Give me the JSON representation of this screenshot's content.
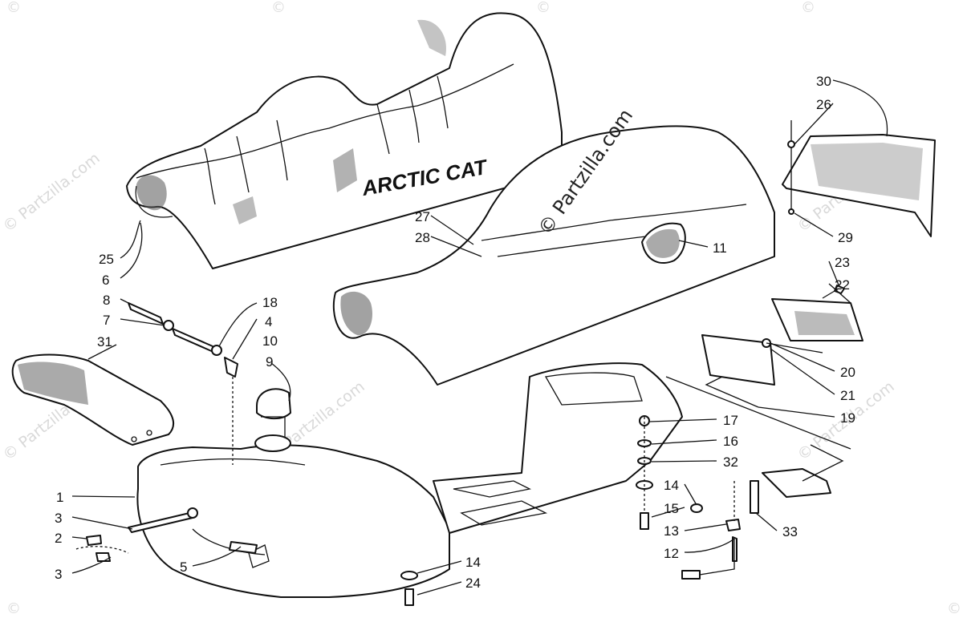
{
  "brand_text": "ARCTIC CAT",
  "watermark": "© Partzilla.com",
  "watermark_symbol": "©",
  "callouts": {
    "c1": "1",
    "c2": "2",
    "c3a": "3",
    "c3b": "3",
    "c4": "4",
    "c5": "5",
    "c6": "6",
    "c7": "7",
    "c8": "8",
    "c9": "9",
    "c10": "10",
    "c11": "11",
    "c12": "12",
    "c13": "13",
    "c14a": "14",
    "c14b": "14",
    "c15": "15",
    "c16": "16",
    "c17": "17",
    "c18": "18",
    "c19": "19",
    "c20": "20",
    "c21": "21",
    "c22": "22",
    "c23": "23",
    "c24": "24",
    "c25": "25",
    "c26": "26",
    "c27": "27",
    "c28": "28",
    "c29": "29",
    "c30": "30",
    "c31": "31",
    "c32": "32",
    "c33": "33"
  }
}
